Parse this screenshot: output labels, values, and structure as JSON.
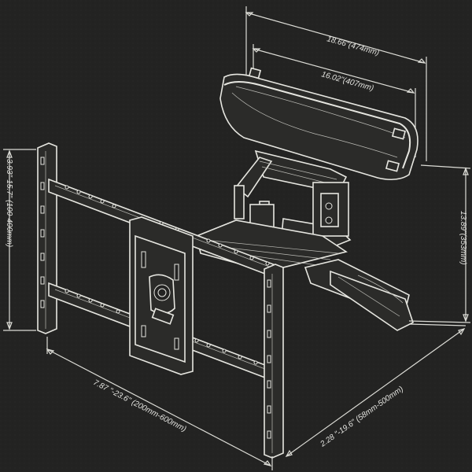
{
  "title": "",
  "dimensions": {
    "outer_width": "18.66\"(474mm)",
    "inner_width": "16.02\"(407mm)",
    "vertical_range": "3.93\"-15.7\" (100-400mm)",
    "horizontal_range": "7.87 \"-23.6\" (200mm-600mm)",
    "depth_range": "2.28 \"-19.6\" (58mm-500mm)",
    "height": "13.89\"(353mm)"
  },
  "colors": {
    "background": "#232322",
    "line": "#e4e4e0"
  }
}
